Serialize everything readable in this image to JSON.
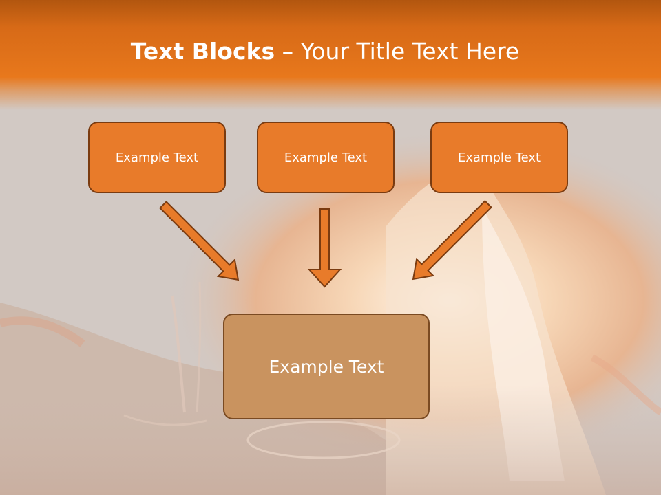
{
  "slide": {
    "title_bold": "Text Blocks",
    "title_dash": " – ",
    "title_rest": "Your Title Text Here",
    "blocks": [
      {
        "label": "Example Text"
      },
      {
        "label": "Example Text"
      },
      {
        "label": "Example Text"
      }
    ],
    "target": {
      "label": "Example Text"
    }
  },
  "colors": {
    "header": "#e8781c",
    "block_fill": "#e87b2a",
    "target_fill": "#c9935f",
    "arrow_fill": "#e87b2a",
    "border": "#7a3b10"
  }
}
